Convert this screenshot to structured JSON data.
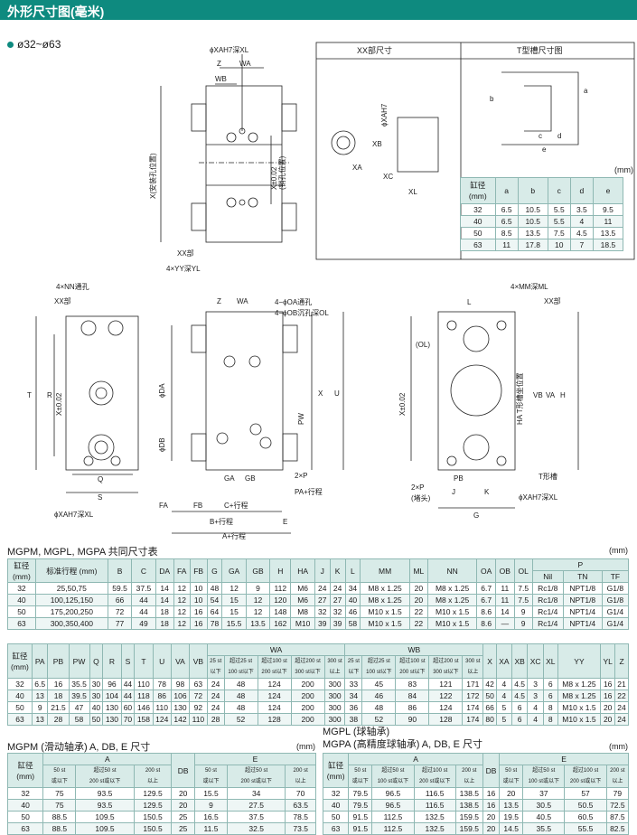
{
  "header": {
    "title": "外形尺寸图(毫米)"
  },
  "series_label": "ø32~ø63",
  "drawing_labels": {
    "xah7": "ϕXAH7深XL",
    "z": "Z",
    "wa": "WA",
    "wb": "WB",
    "x_install": "X(安装孔位置)",
    "x_pin": "X±0.02",
    "x_pin_sub": "(销孔位置)",
    "xx_part": "XX部",
    "yy": "4×YY深YL",
    "xx_title": "XX部尺寸",
    "t_title": "T型槽尺寸图",
    "xa": "XA",
    "xb": "XB",
    "xc": "XC",
    "xl": "XL",
    "xah7_v": "ϕXAH7",
    "a": "a",
    "b": "b",
    "c": "c",
    "d": "d",
    "e": "e",
    "nn": "4×NN通孔",
    "mm": "4×MM深ML",
    "t": "T",
    "r": "R",
    "x002": "X±0.02",
    "q": "Q",
    "s": "S",
    "oa": "4−ϕOA通孔",
    "ob": "4−ϕOB沉孔深OL",
    "da": "ϕDA",
    "db": "ϕDB",
    "pw": "PW",
    "x": "X",
    "u": "U",
    "ga": "GA",
    "gb": "GB",
    "p2": "2×P",
    "pa": "PA+行程",
    "fa": "FA",
    "fb": "FB",
    "cst": "C+行程",
    "bst": "B+行程",
    "e_": "E",
    "ast": "A+行程",
    "l": "L",
    "ol": "(OL)",
    "ha": "HA T形槽坐位置",
    "vb": "VB",
    "va": "VA",
    "h": "H",
    "p2b": "2×P",
    "plug": "(堵头)",
    "pb": "PB",
    "j": "J",
    "k": "K",
    "tslot": "T形槽",
    "g": "G"
  },
  "t_slot_table": {
    "unit": "(mm)",
    "headers": [
      "缸径\n(mm)",
      "a",
      "b",
      "c",
      "d",
      "e"
    ],
    "rows": [
      [
        "32",
        "6.5",
        "10.5",
        "5.5",
        "3.5",
        "9.5"
      ],
      [
        "40",
        "6.5",
        "10.5",
        "5.5",
        "4",
        "11"
      ],
      [
        "50",
        "8.5",
        "13.5",
        "7.5",
        "4.5",
        "13.5"
      ],
      [
        "63",
        "11",
        "17.8",
        "10",
        "7",
        "18.5"
      ]
    ]
  },
  "common_table": {
    "caption": "MGPM, MGPL, MGPA 共同尺寸表",
    "unit": "(mm)",
    "h_bore": "缸径\n(mm)",
    "h_stroke": "标准行程 (mm)",
    "cols": [
      "B",
      "C",
      "DA",
      "FA",
      "FB",
      "G",
      "GA",
      "GB",
      "H",
      "HA",
      "J",
      "K",
      "L",
      "MM",
      "ML",
      "NN",
      "OA",
      "OB",
      "OL"
    ],
    "p_group": "P",
    "p_cols": [
      "Nil",
      "TN",
      "TF"
    ],
    "rows": [
      [
        "32",
        "25,50,75",
        "59.5",
        "37.5",
        "14",
        "12",
        "10",
        "48",
        "12",
        "9",
        "112",
        "M6",
        "24",
        "24",
        "34",
        "M8 x 1.25",
        "20",
        "M8 x 1.25",
        "6.7",
        "11",
        "7.5",
        "Rc1/8",
        "NPT1/8",
        "G1/8"
      ],
      [
        "40",
        "100,125,150",
        "66",
        "44",
        "14",
        "12",
        "10",
        "54",
        "15",
        "12",
        "120",
        "M6",
        "27",
        "27",
        "40",
        "M8 x 1.25",
        "20",
        "M8 x 1.25",
        "6.7",
        "11",
        "7.5",
        "Rc1/8",
        "NPT1/8",
        "G1/8"
      ],
      [
        "50",
        "175,200,250",
        "72",
        "44",
        "18",
        "12",
        "16",
        "64",
        "15",
        "12",
        "148",
        "M8",
        "32",
        "32",
        "46",
        "M10 x 1.5",
        "22",
        "M10 x 1.5",
        "8.6",
        "14",
        "9",
        "Rc1/4",
        "NPT1/4",
        "G1/4"
      ],
      [
        "63",
        "300,350,400",
        "77",
        "49",
        "18",
        "12",
        "16",
        "78",
        "15.5",
        "13.5",
        "162",
        "M10",
        "39",
        "39",
        "58",
        "M10 x 1.5",
        "22",
        "M10 x 1.5",
        "8.6",
        "—",
        "9",
        "Rc1/4",
        "NPT1/4",
        "G1/4"
      ]
    ]
  },
  "second_table": {
    "h_bore": "缸径\n(mm)",
    "pre_cols": [
      "PA",
      "PB",
      "PW",
      "Q",
      "R",
      "S",
      "T",
      "U",
      "VA",
      "VB"
    ],
    "wa_group": "WA",
    "wb_group": "WB",
    "sub_cols": [
      [
        "25 st",
        "以下"
      ],
      [
        "超过25 st",
        "100 st以下"
      ],
      [
        "超过100 st",
        "200 st以下"
      ],
      [
        "超过200 st",
        "300 st以下"
      ]
    ],
    "wb_sub_cols": [
      [
        "25 st",
        "以下"
      ],
      [
        "超过25 st",
        "100 st以下"
      ],
      [
        "超过100 st",
        "200 st以下"
      ],
      [
        "超过200 st",
        "300 st以下"
      ]
    ],
    "wa_sub_cols_label": [
      "300 st",
      "以上"
    ],
    "post_cols": [
      "X",
      "XA",
      "XB",
      "XC",
      "XL",
      "YY",
      "YL",
      "Z"
    ],
    "rows": [
      [
        "32",
        "6.5",
        "16",
        "35.5",
        "30",
        "96",
        "44",
        "110",
        "78",
        "98",
        "63",
        "24",
        "48",
        "124",
        "200",
        "300",
        "33",
        "45",
        "83",
        "121",
        "171",
        "42",
        "4",
        "4.5",
        "3",
        "6",
        "M8 x 1.25",
        "16",
        "21"
      ],
      [
        "40",
        "13",
        "18",
        "39.5",
        "30",
        "104",
        "44",
        "118",
        "86",
        "106",
        "72",
        "24",
        "48",
        "124",
        "200",
        "300",
        "34",
        "46",
        "84",
        "122",
        "172",
        "50",
        "4",
        "4.5",
        "3",
        "6",
        "M8 x 1.25",
        "16",
        "22"
      ],
      [
        "50",
        "9",
        "21.5",
        "47",
        "40",
        "130",
        "60",
        "146",
        "110",
        "130",
        "92",
        "24",
        "48",
        "124",
        "200",
        "300",
        "36",
        "48",
        "86",
        "124",
        "174",
        "66",
        "5",
        "6",
        "4",
        "8",
        "M10 x 1.5",
        "20",
        "24"
      ],
      [
        "63",
        "13",
        "28",
        "58",
        "50",
        "130",
        "70",
        "158",
        "124",
        "142",
        "110",
        "28",
        "52",
        "128",
        "200",
        "300",
        "38",
        "52",
        "90",
        "128",
        "174",
        "80",
        "5",
        "6",
        "4",
        "8",
        "M10 x 1.5",
        "20",
        "24"
      ]
    ]
  },
  "mgpm_table": {
    "caption": "MGPM (滑动轴承) A, DB, E 尺寸",
    "unit": "(mm)",
    "h_bore": "缸径\n(mm)",
    "a_group": "A",
    "db": "DB",
    "e_group": "E",
    "sub": [
      [
        "50 st",
        "或以下"
      ],
      [
        "超过50 st",
        "200 st或以下"
      ],
      [
        "200 st",
        "以上"
      ]
    ],
    "rows": [
      [
        "32",
        "75",
        "93.5",
        "129.5",
        "20",
        "15.5",
        "34",
        "70"
      ],
      [
        "40",
        "75",
        "93.5",
        "129.5",
        "20",
        "9",
        "27.5",
        "63.5"
      ],
      [
        "50",
        "88.5",
        "109.5",
        "150.5",
        "25",
        "16.5",
        "37.5",
        "78.5"
      ],
      [
        "63",
        "88.5",
        "109.5",
        "150.5",
        "25",
        "11.5",
        "32.5",
        "73.5"
      ]
    ]
  },
  "mgpl_table": {
    "caption1": "MGPL (球轴承)",
    "caption2": "MGPA (高精度球轴承) A, DB, E 尺寸",
    "unit": "(mm)",
    "h_bore": "缸径\n(mm)",
    "a_group": "A",
    "db": "DB",
    "e_group": "E",
    "sub": [
      [
        "50 st",
        "或以下"
      ],
      [
        "超过50 st",
        "100 st或以下"
      ],
      [
        "超过100 st",
        "200 st或以下"
      ],
      [
        "200 st",
        "以上"
      ]
    ],
    "rows": [
      [
        "32",
        "79.5",
        "96.5",
        "116.5",
        "138.5",
        "16",
        "20",
        "37",
        "57",
        "79"
      ],
      [
        "40",
        "79.5",
        "96.5",
        "116.5",
        "138.5",
        "16",
        "13.5",
        "30.5",
        "50.5",
        "72.5"
      ],
      [
        "50",
        "91.5",
        "112.5",
        "132.5",
        "159.5",
        "20",
        "19.5",
        "40.5",
        "60.5",
        "87.5"
      ],
      [
        "63",
        "91.5",
        "112.5",
        "132.5",
        "159.5",
        "20",
        "14.5",
        "35.5",
        "55.5",
        "82.5"
      ]
    ]
  }
}
